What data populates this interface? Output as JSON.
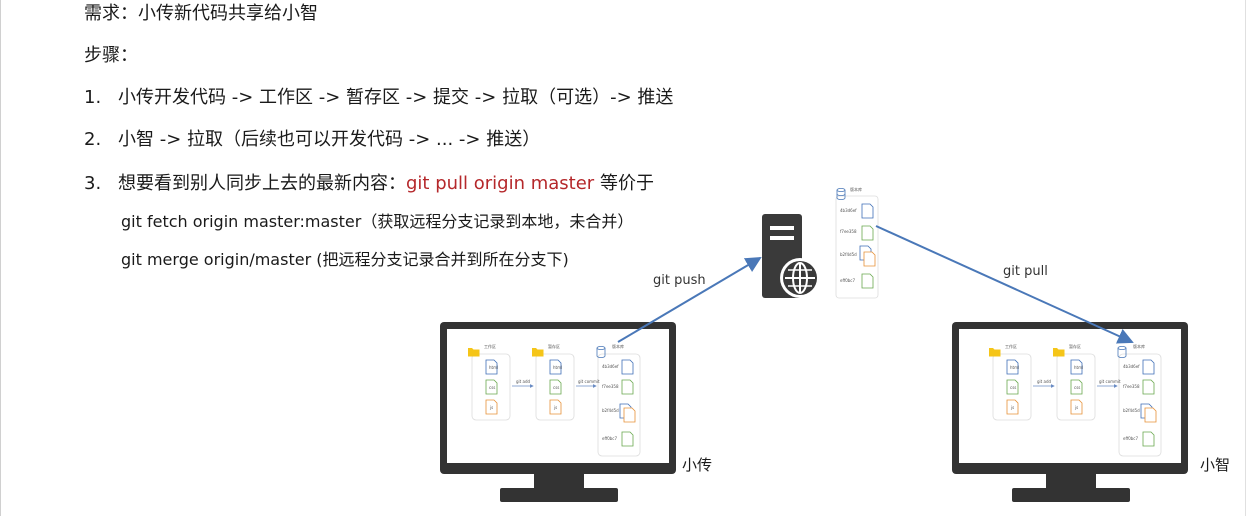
{
  "requirement": "需求：小传新代码共享给小智",
  "steps_title": "步骤：",
  "steps": [
    {
      "num": "1.",
      "text": "小传开发代码 -> 工作区 -> 暂存区 -> 提交 -> 拉取（可选）-> 推送"
    },
    {
      "num": "2.",
      "text": "小智 -> 拉取（后续也可以开发代码 -> ... -> 推送）"
    },
    {
      "num": "3.",
      "text_before": "想要看到别人同步上去的最新内容：",
      "highlight": "git pull origin master",
      "text_after": " 等价于"
    }
  ],
  "sub_commands": [
    "git fetch origin master:master（获取远程分支记录到本地，未合并）",
    "git merge origin/master (把远程分支记录合并到所在分支下)"
  ],
  "diagram": {
    "push_label": "git push",
    "pull_label": "git pull",
    "left_monitor_label": "小传",
    "right_monitor_label": "小智",
    "panel_headers": [
      "工作区",
      "暂存区",
      "版本库"
    ],
    "remote_header": "版本库",
    "arrow_labels": [
      "git add",
      "git commit"
    ],
    "file_labels": [
      "html",
      "css",
      "js"
    ],
    "commit_ids": [
      "4b3d6ef",
      "f7ee358",
      "b2f4d5d",
      "eff0bc7"
    ],
    "colors": {
      "arrow": "#4a78b8",
      "highlight": "#b5282b",
      "monitor": "#333333",
      "html": "#3f6fb6",
      "css": "#6aa84f",
      "js": "#e69138"
    }
  }
}
